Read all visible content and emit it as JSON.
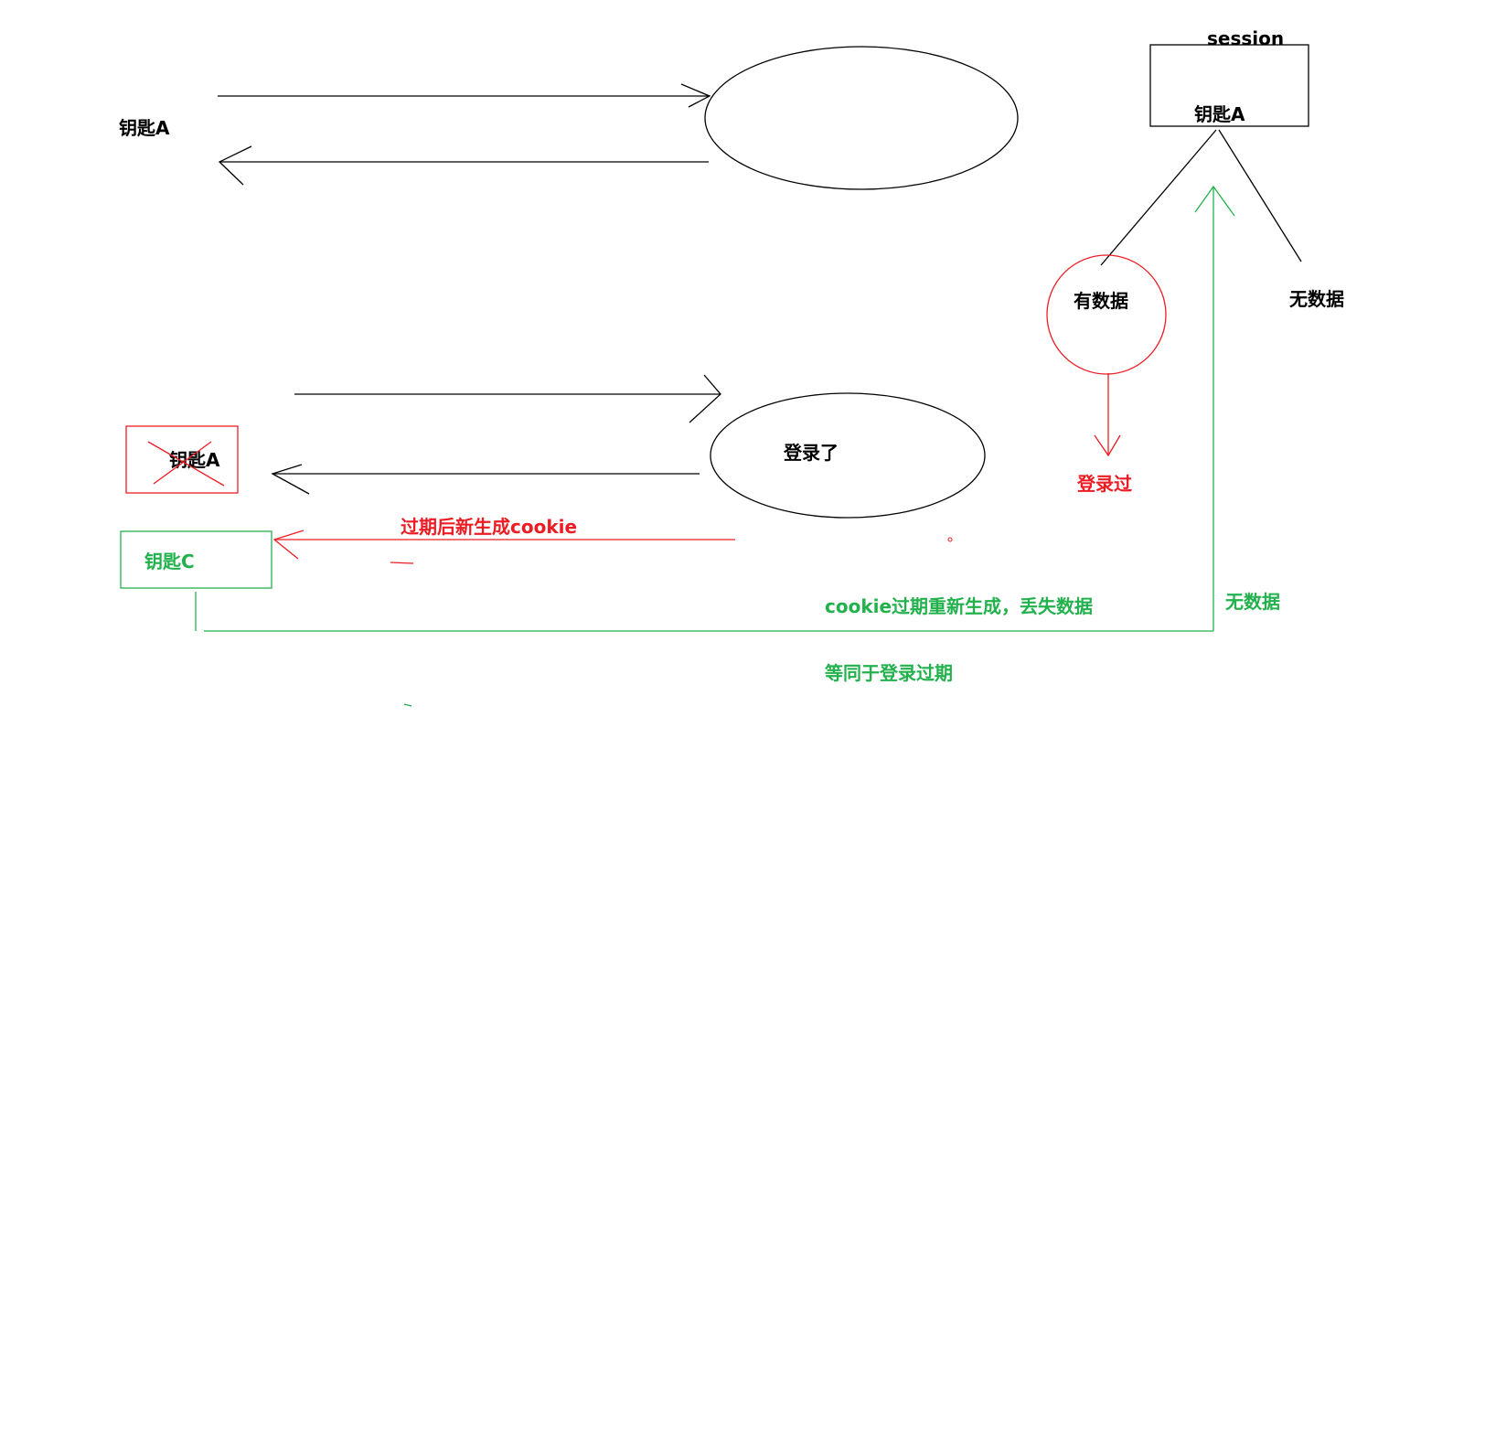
{
  "labels": {
    "key_a_top": "钥匙A",
    "session_title": "session",
    "session_key": "钥匙A",
    "has_data": "有数据",
    "no_data_right": "无数据",
    "logged_in_before": "登录过",
    "logged_in": "登录了",
    "key_a_crossed": "钥匙A",
    "expired_new_cookie": "过期后新生成cookie",
    "key_c": "钥匙C",
    "cookie_expired_lost": "cookie过期重新生成，丢失数据",
    "no_data_green": "无数据",
    "equals_login_expired": "等同于登录过期"
  },
  "colors": {
    "black": "#000000",
    "red": "#ed1c24",
    "green": "#22b14c"
  }
}
